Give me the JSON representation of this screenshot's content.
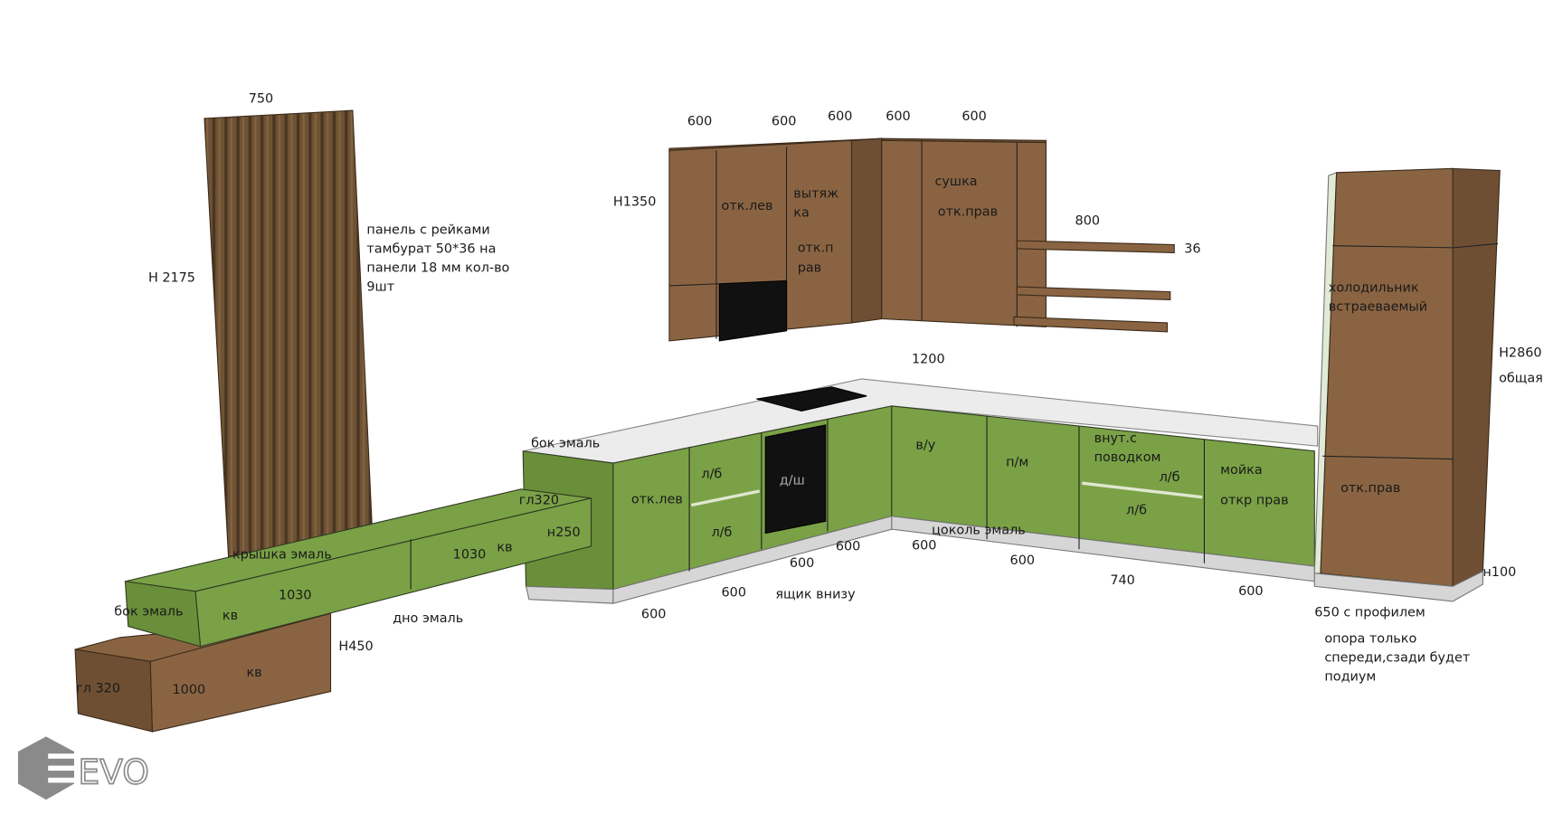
{
  "slat_panel": {
    "width": "750",
    "height": "Н 2175",
    "note": [
      "панель с рейками",
      "тамбурат 50*36 на",
      "панели 18 мм кол-во",
      "9шт"
    ]
  },
  "upper": {
    "widths": [
      "600",
      "600",
      "600",
      "600",
      "600"
    ],
    "height": "Н1350",
    "doors": {
      "left": "отк.лев",
      "hood": [
        "вытяж",
        "ка"
      ],
      "right_small": [
        "отк.п",
        "рав"
      ],
      "dryer": "сушка",
      "dryer_open": "отк.прав"
    }
  },
  "shelves": {
    "length": "800",
    "thickness": "36"
  },
  "base": {
    "top_width": "1200",
    "side_left": "бок эмаль",
    "doors": {
      "left": "отк.лев",
      "drawer1": "л/б",
      "drawer2": "л/б",
      "oven": "д/ш",
      "dishwasher": "п/м",
      "corner": "в/у",
      "inner": [
        "внут.с",
        "поводком"
      ],
      "drawer3": "л/б",
      "drawer4": "л/б",
      "sink": "мойка",
      "sink_open": "откр прав"
    },
    "plinth": "цоколь эмаль",
    "drawer_bottom": "ящик  внизу",
    "widths": [
      "600",
      "600",
      "600",
      "600",
      "600",
      "600",
      "740",
      "600"
    ]
  },
  "tall": {
    "fridge": [
      "холодильник",
      "встраеваемый"
    ],
    "door": "отк.прав",
    "height": [
      "Н2860",
      "общая"
    ],
    "plinth": "н100",
    "depth": "650 с профилем",
    "note": [
      "опора только",
      "спереди,сзади будет",
      "подиум"
    ]
  },
  "bench": {
    "depth": "гл320",
    "height": "н250",
    "top": "крышка эмаль",
    "length1": "1030",
    "length2": "1030",
    "kv1": "кв",
    "kv2": "кв",
    "side": "бок эмаль",
    "bottom": "дно эмаль"
  },
  "box": {
    "height": "Н450",
    "depth": "гл 320",
    "length": "1000",
    "kv": "кв"
  },
  "logo": {
    "text": "EVO",
    "color": "#8a8a8a"
  }
}
